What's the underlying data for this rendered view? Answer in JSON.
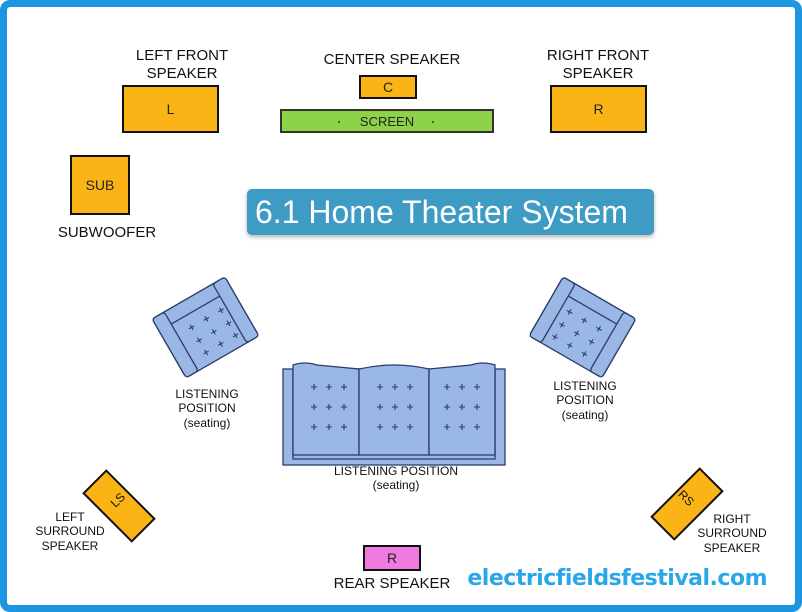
{
  "title": "6.1 Home Theater System",
  "speakers": {
    "left_front": {
      "label": "LEFT FRONT\nSPEAKER",
      "code": "L"
    },
    "center": {
      "label": "CENTER SPEAKER",
      "code": "C"
    },
    "right_front": {
      "label": "RIGHT FRONT\nSPEAKER",
      "code": "R"
    },
    "sub": {
      "label": "SUBWOOFER",
      "code": "SUB"
    },
    "left_surround": {
      "label": "LEFT\nSURROUND\nSPEAKER",
      "code": "LS"
    },
    "right_surround": {
      "label": "RIGHT\nSURROUND\nSPEAKER",
      "code": "RS"
    },
    "rear": {
      "label": "REAR SPEAKER",
      "code": "R"
    }
  },
  "screen": {
    "label": "SCREEN"
  },
  "seating": {
    "left": "LISTENING\nPOSITION\n(seating)",
    "right": "LISTENING\nPOSITION\n(seating)",
    "center": "LISTENING POSITION\n(seating)"
  },
  "watermark": "electricfieldsfestival.com",
  "colors": {
    "border": "#1e95e0",
    "speaker": "#fbb416",
    "screen": "#8ed24a",
    "seat": "#9bb7e6",
    "rear": "#ef7ae0",
    "banner": "#3d9bc4"
  }
}
